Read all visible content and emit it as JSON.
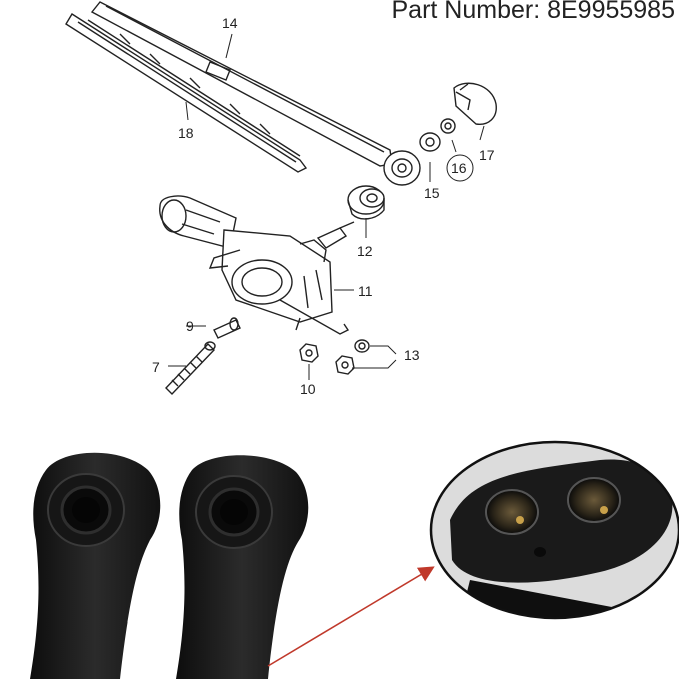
{
  "header": {
    "part_number": "Part Number: 8E9955985"
  },
  "callouts": {
    "c7": "7",
    "c9": "9",
    "c10": "10",
    "c11": "11",
    "c12": "12",
    "c13": "13",
    "c14": "14",
    "c15": "15",
    "c16": "16",
    "c17": "17",
    "c18": "18"
  },
  "colors": {
    "ink": "#222222",
    "arm_plastic": "#1e1e1e",
    "pointer_arrow": "#c0392b"
  },
  "icons": {
    "pointer": "red-arrow-icon"
  }
}
